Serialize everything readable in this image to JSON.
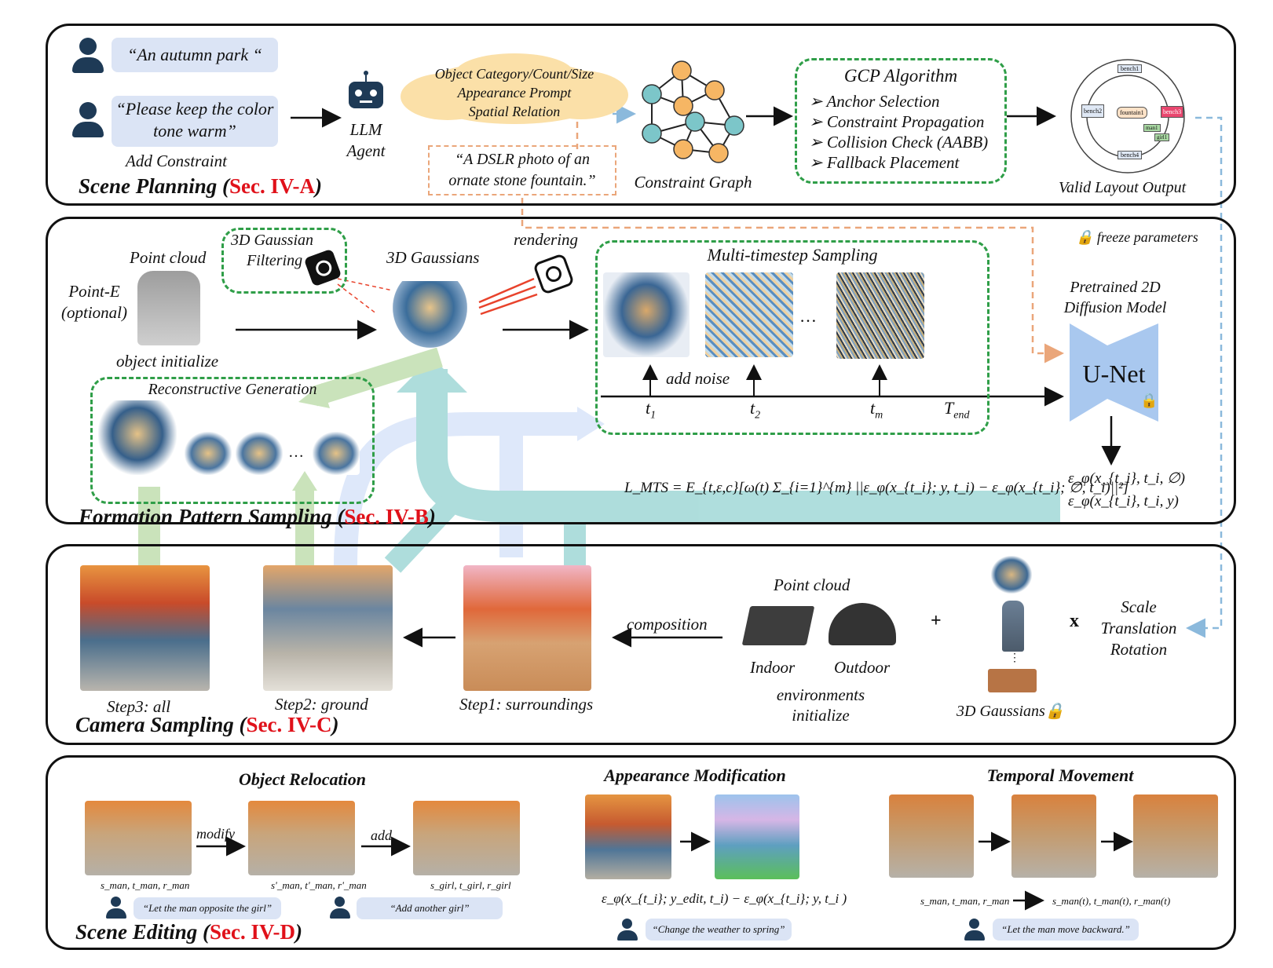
{
  "planning": {
    "prompt1": "“An autumn park “",
    "prompt2": "“Please keep the color tone warm”",
    "add_constraint": "Add Constraint",
    "llm_agent_line1": "LLM",
    "llm_agent_line2": "Agent",
    "cloud_line1": "Object Category/Count/Size",
    "cloud_line2": "Appearance Prompt",
    "cloud_line3": "Spatial Relation",
    "dslr_line1": "“A DSLR photo of an",
    "dslr_line2": "ornate stone fountain.”",
    "constraint_graph": "Constraint Graph",
    "gcp_title": "GCP Algorithm",
    "gcp_steps": [
      "Anchor Selection",
      "Constraint Propagation",
      "Collision Check (AABB)",
      "Fallback Placement"
    ],
    "valid_layout": "Valid Layout Output",
    "layout_labels": [
      "bench1",
      "bench2",
      "fountain1",
      "bench3",
      "man1",
      "girl1",
      "bench4"
    ],
    "title": "Scene Planning",
    "sec": "Sec. IV-A"
  },
  "formation": {
    "point_cloud": "Point cloud",
    "point_e_line1": "Point-E",
    "point_e_line2": "(optional)",
    "object_initialize": "object initialize",
    "filtering_line1": "3D Gaussian",
    "filtering_line2": "Filtering",
    "gaussians": "3D Gaussians",
    "rendering": "rendering",
    "mts_title": "Multi-timestep Sampling",
    "add_noise": "add noise",
    "ellipsis": "…",
    "t1": "t",
    "t1_sub": "1",
    "t2": "t",
    "t2_sub": "2",
    "tm": "t",
    "tm_sub": "m",
    "tend": "T",
    "tend_sub": "end",
    "freeze": "freeze  parameters",
    "pretrained_line1": "Pretrained 2D",
    "pretrained_line2": "Diffusion Model",
    "unet": "U-Net",
    "recon": "Reconstructive Generation",
    "loss": "L_MTS = E_{t,ε,c}[ω(t) Σ_{i=1}^{m} ||ε_φ(x_{t_i}; y, t_i) − ε_φ(x_{t_i}; ∅, t_i)||²]",
    "eps1": "ε_φ(x_{t_i}, t_i, ∅)",
    "eps2": "ε_φ(x_{t_i}, t_i, y)",
    "title": "Formation Pattern Sampling",
    "sec": "Sec. IV-B"
  },
  "camera": {
    "step3": "Step3: all",
    "step2": "Step2: ground",
    "step1": "Step1: surroundings",
    "composition": "composition",
    "point_cloud": "Point cloud",
    "indoor": "Indoor",
    "outdoor": "Outdoor",
    "env_line1": "environments",
    "env_line2": "initialize",
    "plus": "+",
    "gaussians": "3D Gaussians",
    "times": "x",
    "scale": "Scale",
    "translation": "Translation",
    "rotation": "Rotation",
    "title": "Camera Sampling",
    "sec": "Sec. IV-C"
  },
  "editing": {
    "relocation_title": "Object Relocation",
    "modify": "modify",
    "add": "add",
    "param1": "s_man, t_man, r_man",
    "param2": "s'_man, t'_man, r'_man",
    "param3": "s_girl, t_girl, r_girl",
    "prompt_relocate": "“Let the man opposite the girl”",
    "prompt_add": "“Add another girl”",
    "appearance_title": "Appearance Modification",
    "appearance_eq": "ε_φ(x_{t_i}; y_edit, t_i) − ε_φ(x_{t_i}; y, t_i )",
    "prompt_weather": "“Change the weather to spring”",
    "temporal_title": "Temporal Movement",
    "temporal_from": "s_man, t_man, r_man",
    "temporal_to": "s_man(t), t_man(t), r_man(t)",
    "prompt_move": "“Let the man move backward.”",
    "title": "Scene Editing",
    "sec": "Sec. IV-D"
  }
}
